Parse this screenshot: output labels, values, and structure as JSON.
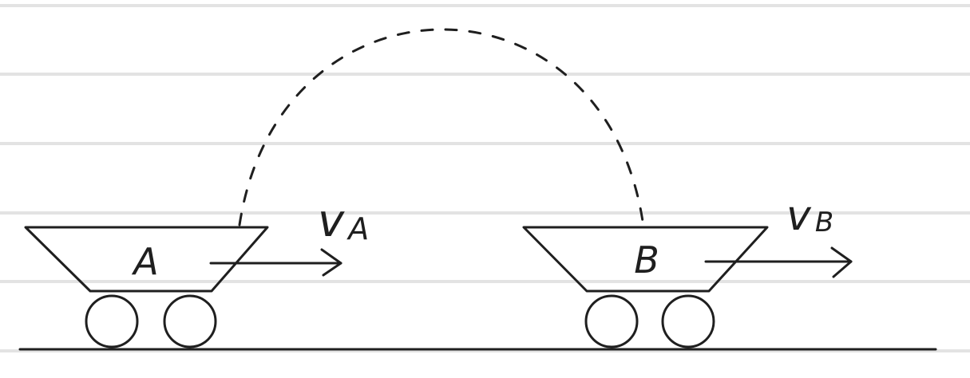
{
  "cart_a": {
    "label": "A",
    "velocity_symbol": "v",
    "velocity_subscript": "A"
  },
  "cart_b": {
    "label": "B",
    "velocity_symbol": "v",
    "velocity_subscript": "B"
  }
}
